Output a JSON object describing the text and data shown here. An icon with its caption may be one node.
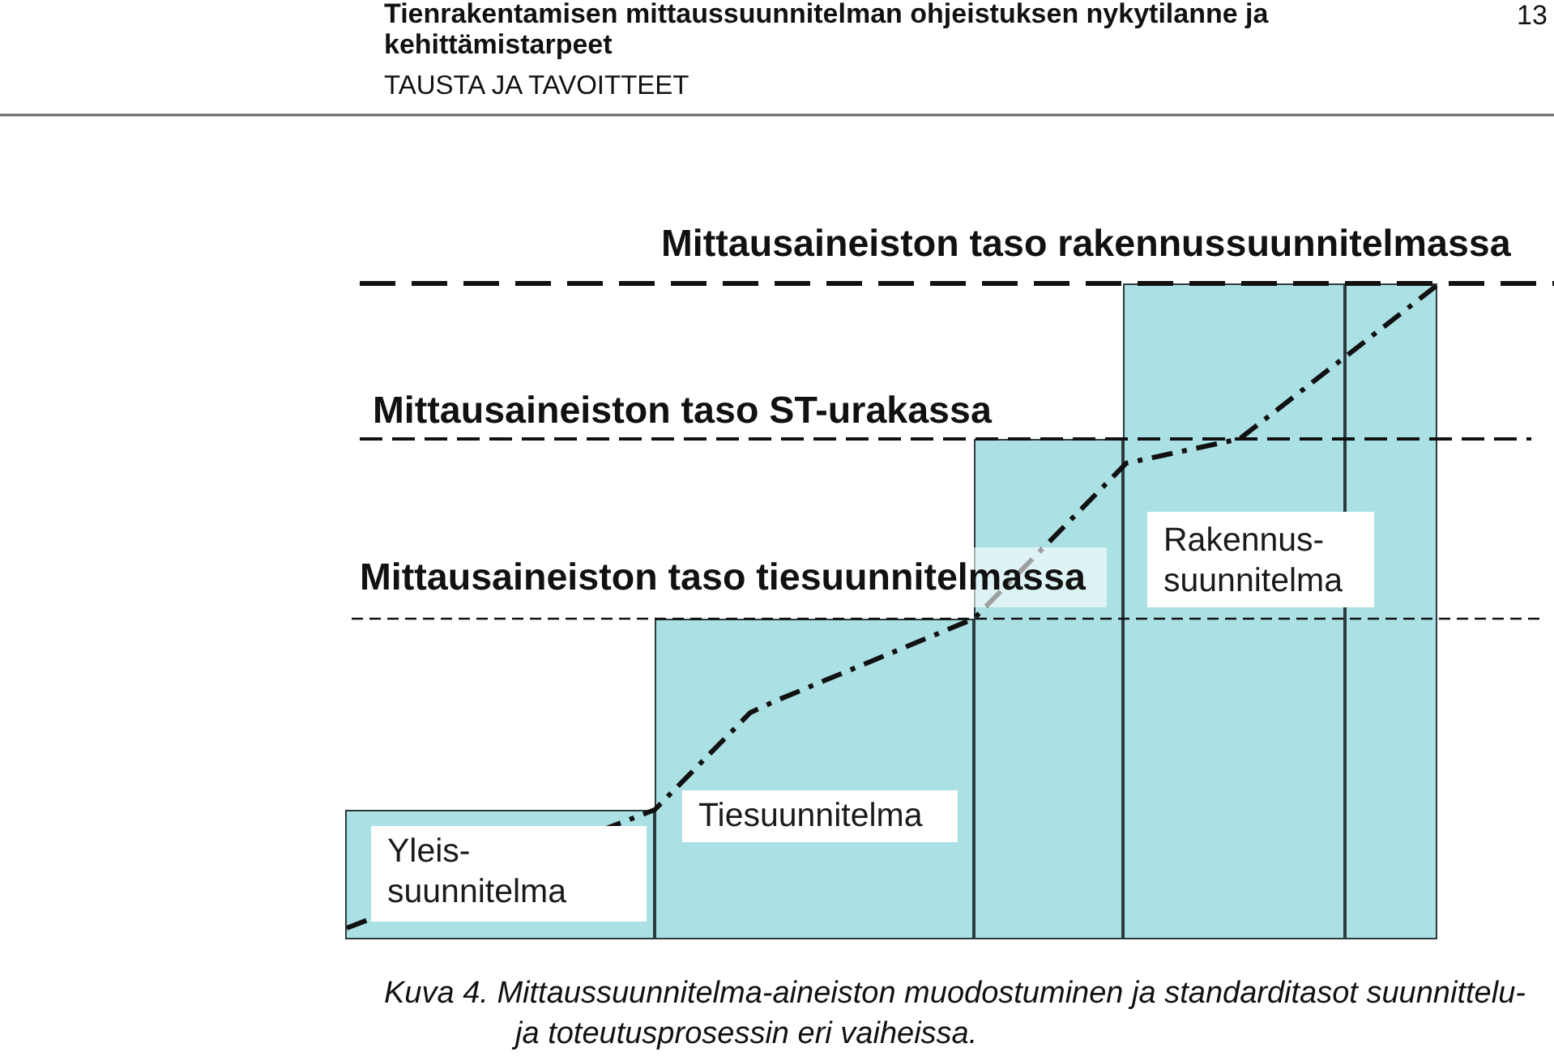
{
  "diagram": {
    "caption": "Kuva 4. Mittaussuunnitelma-aineiston muodostuminen ja standarditasot suunnittelu- ja toteutusprosessin eri vaiheissa.",
    "nodes": [
      {
        "text": [],
        "shape": "bar"
      },
      {
        "text": [
          "Yleis- suunnitelma"
        ],
        "in": 0
      },
      {
        "text": [],
        "shape": "bar"
      },
      {
        "text": [
          "Tiesuunnitelma"
        ],
        "in": 2
      },
      {
        "text": [],
        "shape": "bar"
      },
      {
        "text": [],
        "shape": "bar"
      },
      {
        "text": [],
        "shape": "bar"
      },
      {
        "text": [
          "Rakennus- suunnitelma"
        ]
      }
    ],
    "labels": [
      "Tienrakentamisen mittaussuunnitelman ohjeistuksen nykytilanne ja kehittämistarpeet",
      "13",
      "TAUSTA JA TAVOITTEET",
      "Mittausaineiston taso rakennussuunnitelmassa",
      "Mittausaineiston taso ST-urakassa",
      "Mittausaineiston taso tiesuunnitelmassa"
    ]
  }
}
